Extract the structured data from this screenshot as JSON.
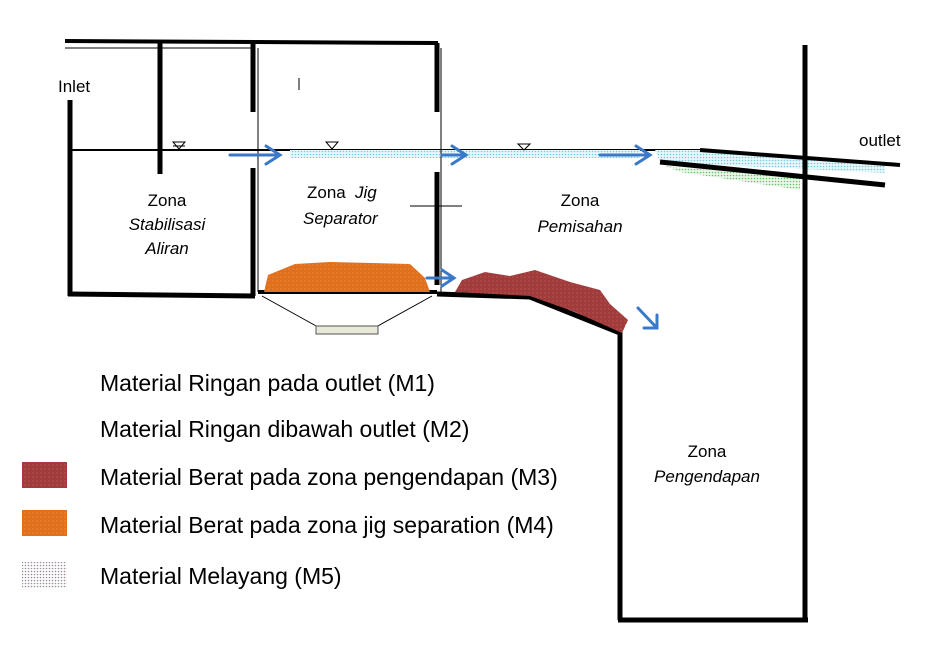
{
  "labels": {
    "inlet": "Inlet",
    "outlet": "outlet"
  },
  "zones": {
    "stabilisasi": {
      "line1": "Zona",
      "line2": "Stabilisasi",
      "line3": "Aliran"
    },
    "jig": {
      "line1a": "Zona",
      "line1b": "Jig",
      "line2": "Separator"
    },
    "pemisahan": {
      "line1": "Zona",
      "line2": "Pemisahan"
    },
    "pengendapan": {
      "line1": "Zona",
      "line2": "Pengendapan"
    }
  },
  "legend": [
    {
      "text": "Material Ringan pada outlet (M1)",
      "swatch": "none"
    },
    {
      "text": "Material Ringan dibawah outlet (M2)",
      "swatch": "none"
    },
    {
      "text": "Material Berat pada zona pengendapan (M3)",
      "swatch": "brown"
    },
    {
      "text": "Material Berat pada zona jig separation (M4)",
      "swatch": "orange"
    },
    {
      "text": "Material Melayang (M5)",
      "swatch": "grey"
    }
  ],
  "colors": {
    "wall": "#000000",
    "arrow": "#3a78c8",
    "m3_brown": "#a03c3c",
    "m4_orange": "#e0701e",
    "m5_grey": "#b8a9b8",
    "m1_cyan": "#a8dce8",
    "m2_green": "#8fd08f",
    "tray": "#e8e8d8"
  }
}
